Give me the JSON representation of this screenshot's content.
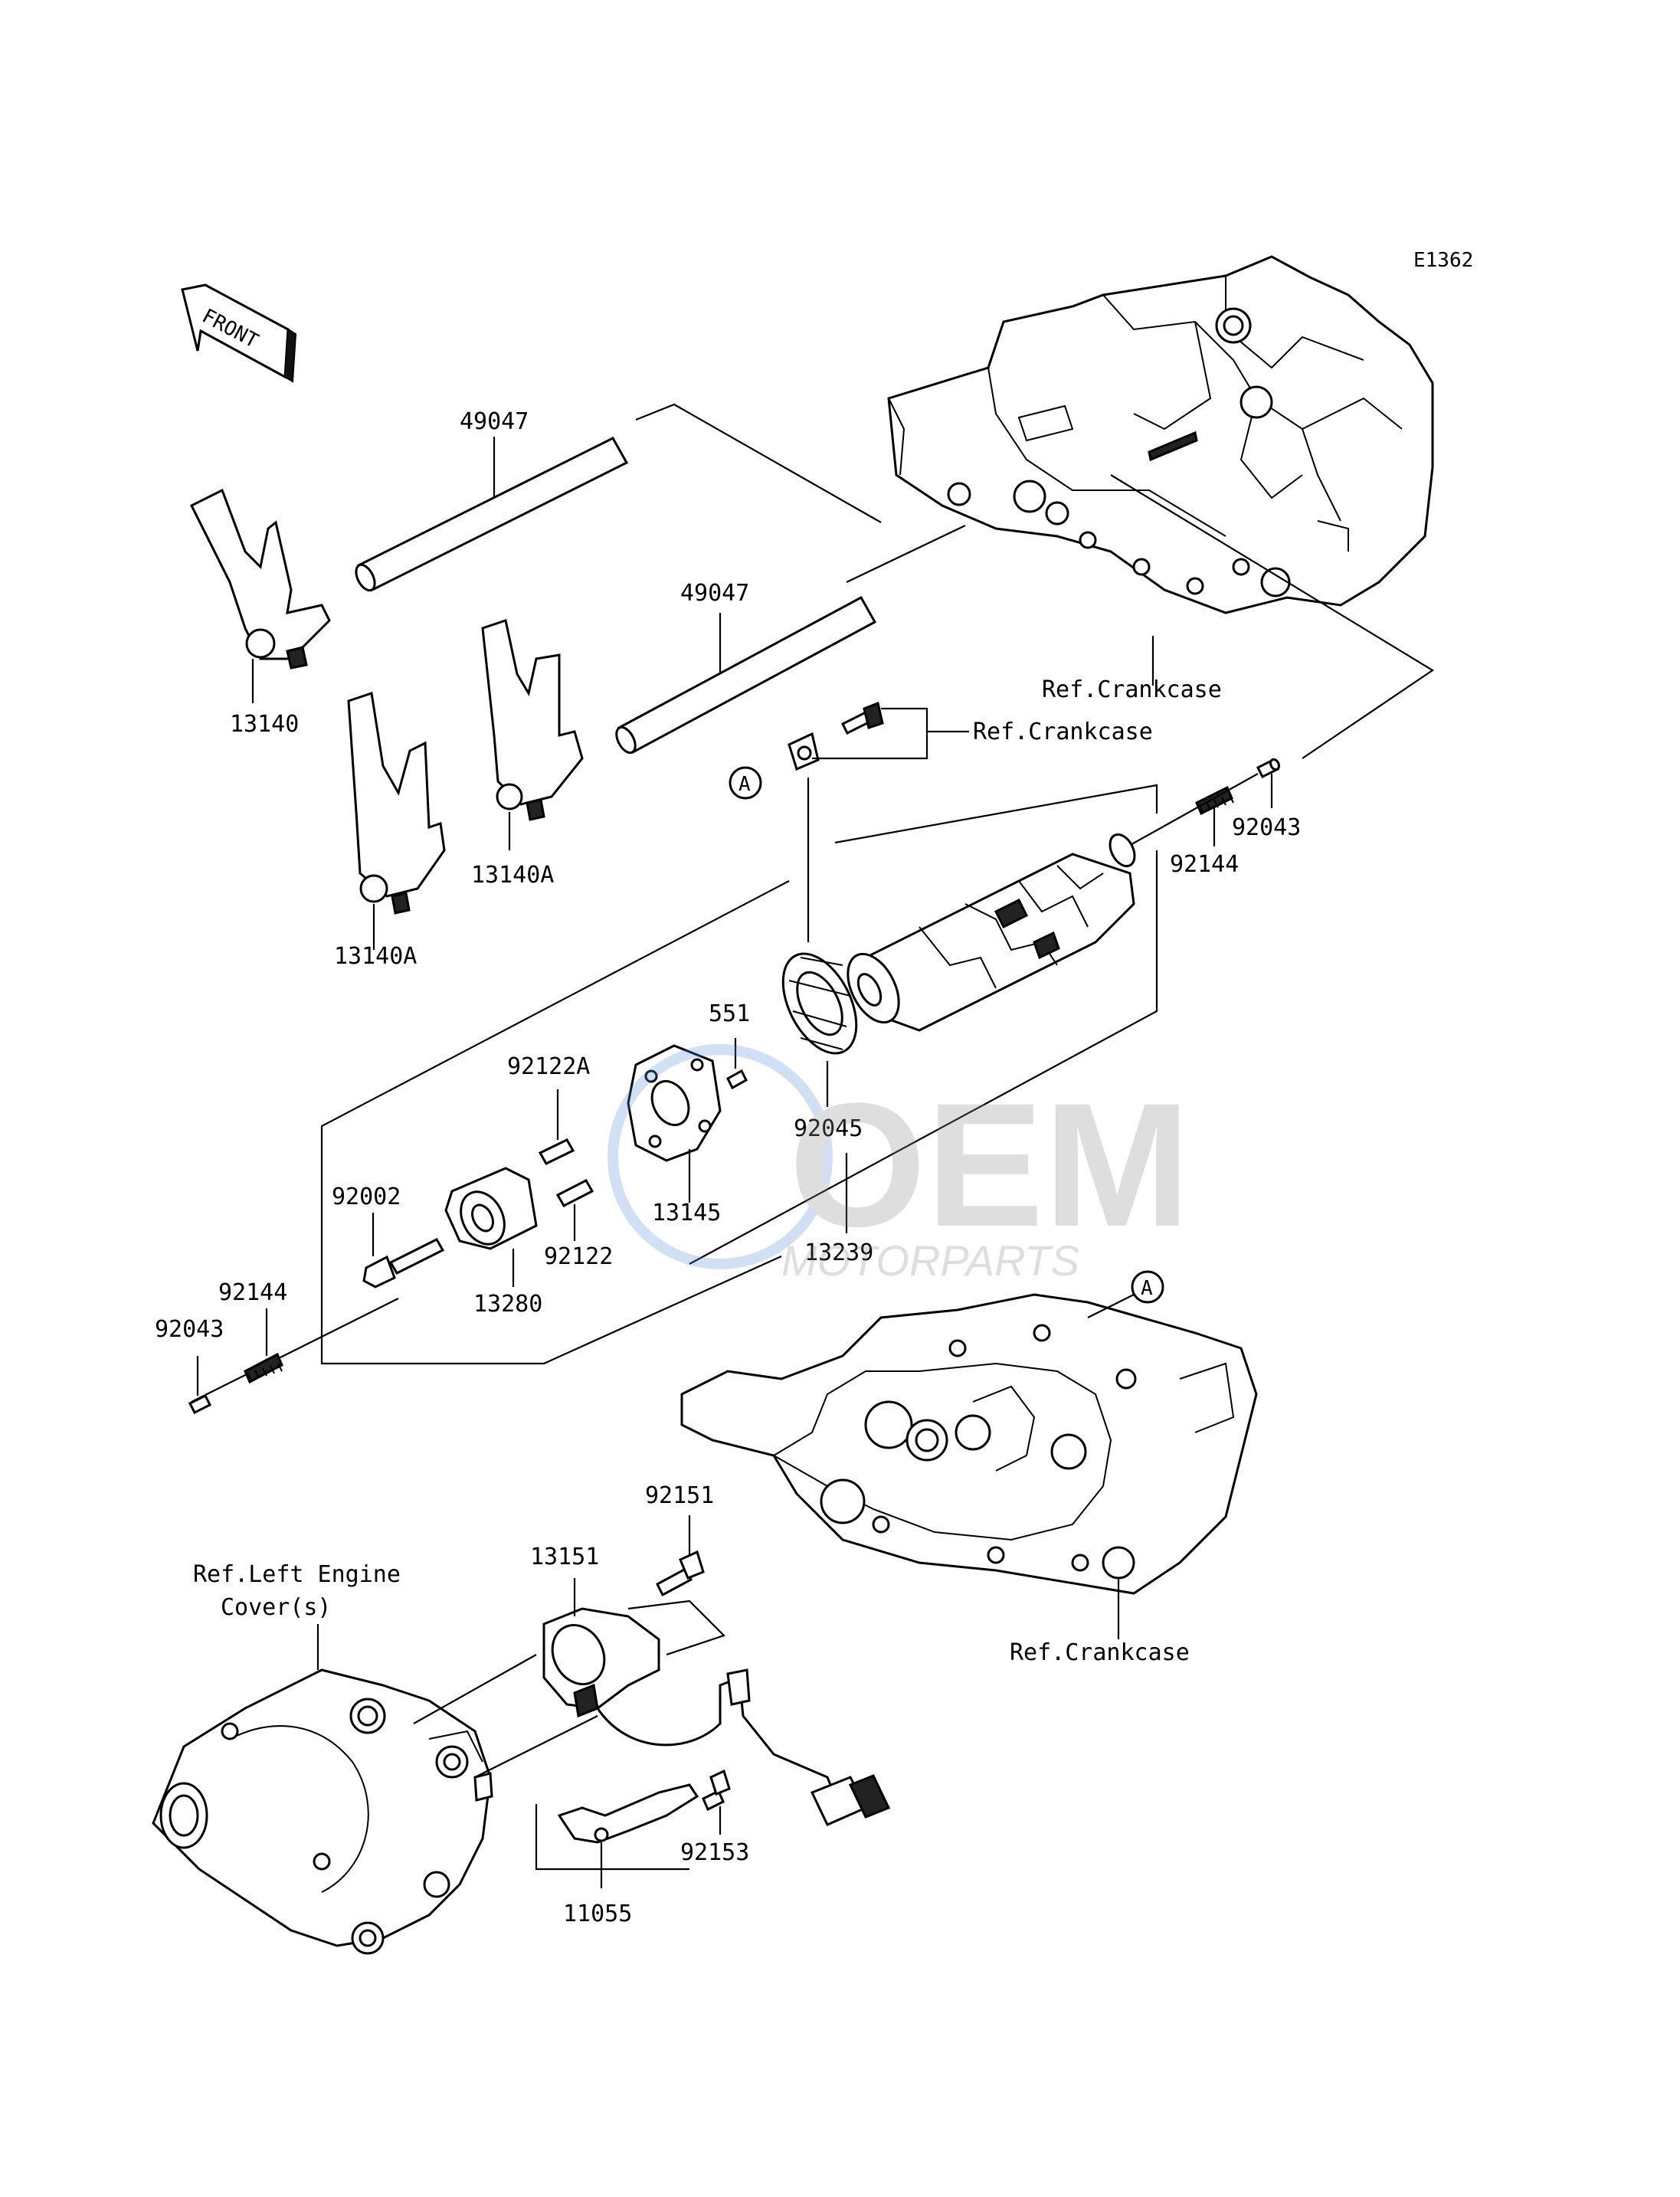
{
  "diagram_code": "E1362",
  "front_marker": "FRONT",
  "callout_letter": "A",
  "watermark": {
    "brand": "OEM",
    "subtitle": "MOTORPARTS"
  },
  "labels": {
    "p49047_a": "49047",
    "p49047_b": "49047",
    "p13140": "13140",
    "p13140A_a": "13140A",
    "p13140A_b": "13140A",
    "ref_crankcase_top": "Ref.Crankcase",
    "ref_crankcase_bolt": "Ref.Crankcase",
    "p92043_r": "92043",
    "p92144_r": "92144",
    "p551": "551",
    "p92122A": "92122A",
    "p92045": "92045",
    "p13145": "13145",
    "p13239": "13239",
    "p92002": "92002",
    "p92122": "92122",
    "p92144_l": "92144",
    "p92043_l": "92043",
    "p13280": "13280",
    "p92151": "92151",
    "p13151": "13151",
    "ref_left_engine_1": "Ref.Left Engine",
    "ref_left_engine_2": "Cover(s)",
    "ref_crankcase_bottom": "Ref.Crankcase",
    "p92153": "92153",
    "p11055": "11055"
  }
}
